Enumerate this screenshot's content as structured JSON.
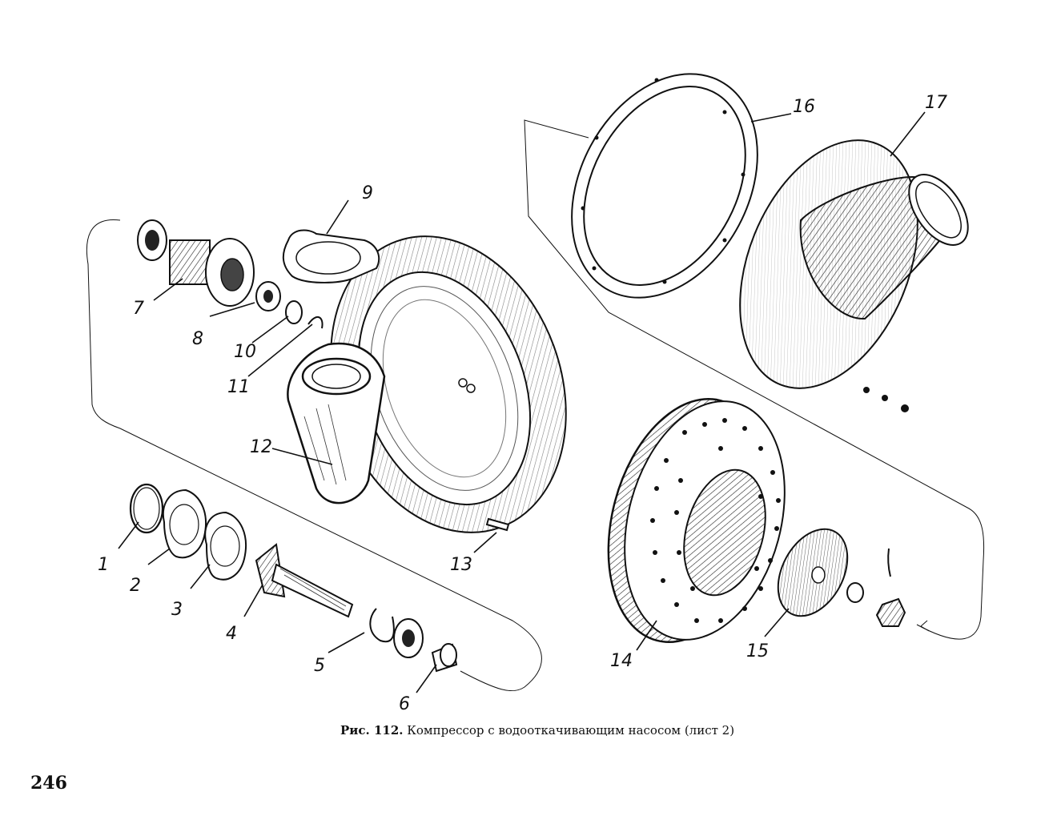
{
  "figure": {
    "number_label": "Рис. 112.",
    "title": "Компрессор с водооткачивающим насосом (лист 2)"
  },
  "page_number": "246",
  "callouts": [
    "1",
    "2",
    "3",
    "4",
    "5",
    "6",
    "7",
    "8",
    "9",
    "10",
    "11",
    "12",
    "13",
    "14",
    "15",
    "16",
    "17"
  ]
}
